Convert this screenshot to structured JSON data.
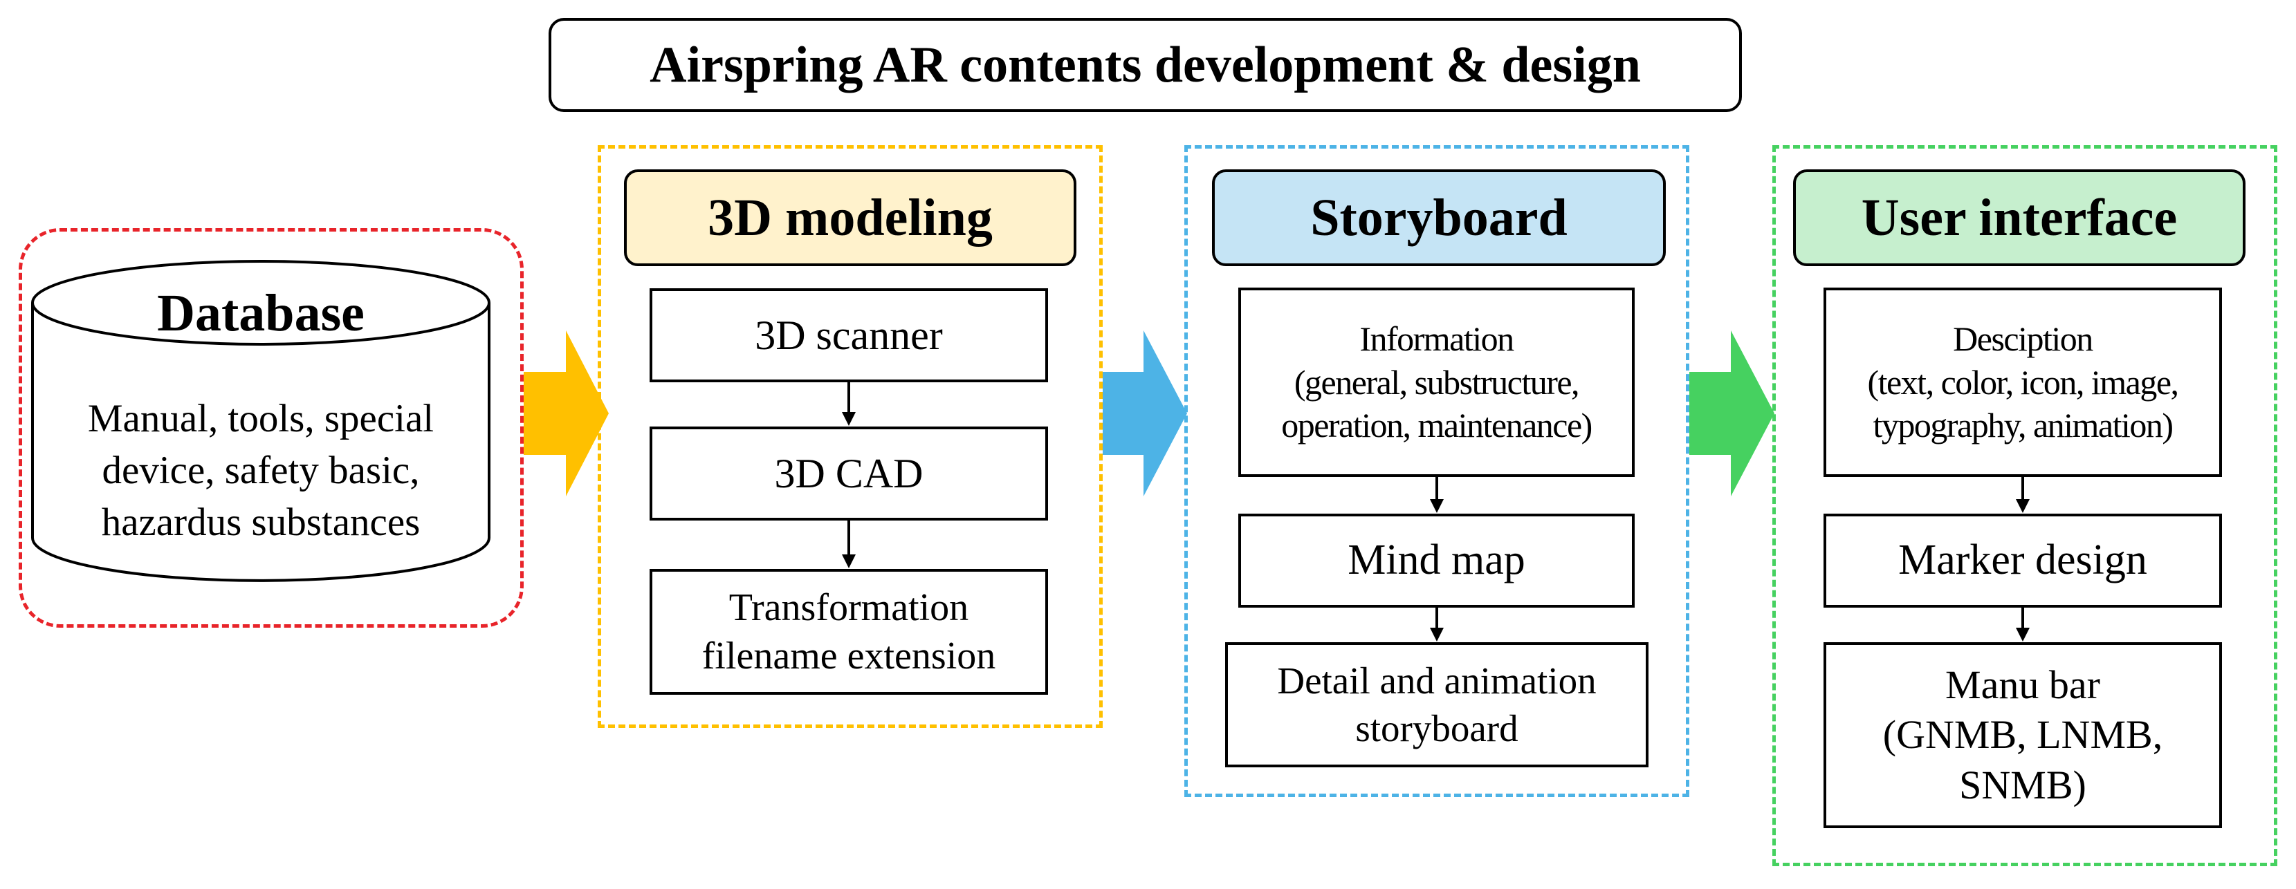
{
  "title": "Airspring AR contents development & design",
  "database": {
    "title": "Database",
    "text": "Manual, tools, special\ndevice, safety basic,\nhazardus substances"
  },
  "columns": [
    {
      "header": "3D modeling",
      "header_color": "#fff2cc",
      "frame_color": "#ffc000",
      "steps": [
        "3D scanner",
        "3D CAD",
        "Transformation\nfilename extension"
      ]
    },
    {
      "header": "Storyboard",
      "header_color": "#c5e4f5",
      "frame_color": "#4db3e6",
      "steps": [
        "Information\n(general, substructure,\noperation, maintenance)",
        "Mind map",
        "Detail and animation\nstoryboard"
      ]
    },
    {
      "header": "User interface",
      "header_color": "#c6efce",
      "frame_color": "#46d160",
      "steps": [
        "Desciption\n(text, color, icon, image,\ntypography, animation)",
        "Marker design",
        "Manu bar\n(GNMB, LNMB,\nSNMB)"
      ]
    }
  ],
  "colors": {
    "database_frame": "#e8242a",
    "arrow_1": "#ffc000",
    "arrow_2": "#4db3e6",
    "arrow_3": "#46d160"
  }
}
